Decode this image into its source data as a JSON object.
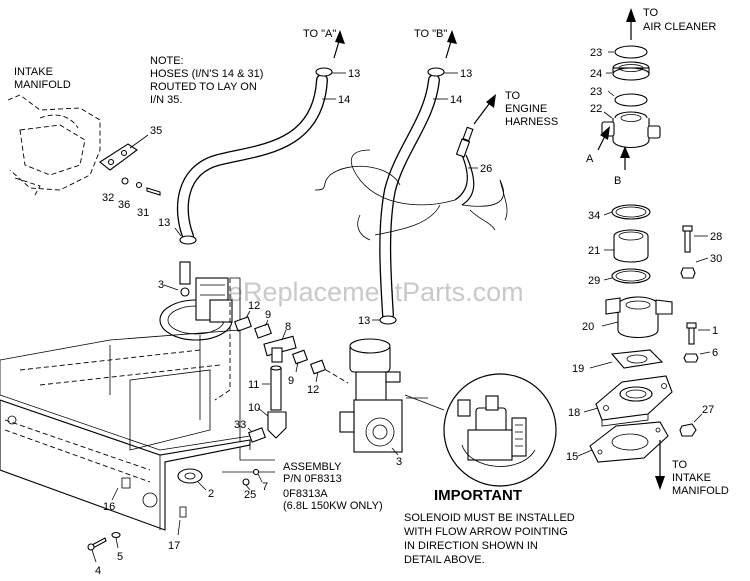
{
  "watermark": "eReplacementParts.com",
  "note": {
    "lines": [
      "NOTE:",
      "HOSES (I/N'S 14 & 31)",
      "ROUTED TO LAY ON",
      "I/N 35."
    ]
  },
  "labels": {
    "intake_manifold_left": [
      "INTAKE",
      "MANIFOLD"
    ],
    "to_a": "TO \"A\"",
    "to_b": "TO \"B\"",
    "to_engine_harness": [
      "TO",
      "ENGINE",
      "HARNESS"
    ],
    "to_air_cleaner": [
      "TO",
      "AIR CLEANER"
    ],
    "to_intake_manifold_right": [
      "TO",
      "INTAKE",
      "MANIFOLD"
    ],
    "arrow_a": "A",
    "arrow_b": "B",
    "assembly": [
      "ASSEMBLY",
      "P/N 0F8313",
      "0F8313A",
      "(6.8L 150KW ONLY)"
    ],
    "important_title": "IMPORTANT",
    "important_text": [
      "SOLENOID MUST BE INSTALLED",
      "WITH FLOW ARROW POINTING",
      "IN DIRECTION SHOWN IN",
      "DETAIL ABOVE."
    ]
  },
  "callouts": {
    "c13a": "13",
    "c14a": "14",
    "c13b": "13",
    "c14b": "14",
    "c35": "35",
    "c32": "32",
    "c36": "36",
    "c31": "31",
    "c13c": "13",
    "c3a": "3",
    "c12a": "12",
    "c9a": "9",
    "c8": "8",
    "c11": "11",
    "c9b": "9",
    "c12b": "12",
    "c10": "10",
    "c33": "33",
    "c7": "7",
    "c25": "25",
    "c2": "2",
    "c16": "16",
    "c17": "17",
    "c5": "5",
    "c4": "4",
    "c26": "26",
    "c13d": "13",
    "c3b": "3",
    "c23a": "23",
    "c24": "24",
    "c23b": "23",
    "c22": "22",
    "c34": "34",
    "c21": "21",
    "c28": "28",
    "c30": "30",
    "c29": "29",
    "c20": "20",
    "c1": "1",
    "c6": "6",
    "c19": "19",
    "c18": "18",
    "c27": "27",
    "c15": "15"
  }
}
